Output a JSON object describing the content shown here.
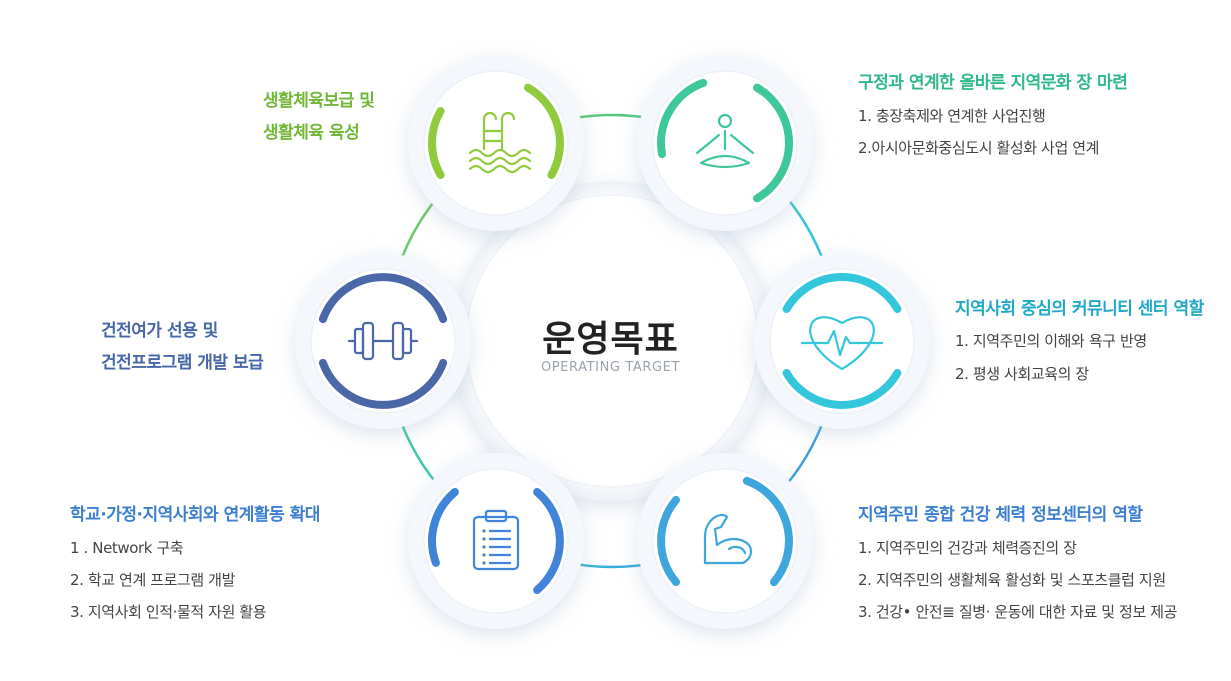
{
  "center": {
    "title": "운영목표",
    "subtitle": "OPERATING TARGET"
  },
  "nodes": [
    {
      "icon": "swimming-ladder-icon",
      "color": "#8fcb3d",
      "title_lines": [
        "생활체육보급 및",
        "생활체육 육성"
      ],
      "items": []
    },
    {
      "icon": "meditation-icon",
      "color": "#3dc79a",
      "title_lines": [
        "구정과 연계한 올바른 지역문화 장 마련"
      ],
      "items": [
        "1. 충장축제와 연계한 사업진행",
        "2.아시아문화중심도시 활성화 사업 연계"
      ]
    },
    {
      "icon": "heartbeat-icon",
      "color": "#33c6dc",
      "title_lines": [
        "지역사회 중심의 커뮤니티 센터 역할"
      ],
      "items": [
        "1. 지역주민의 이해와 욕구 반영",
        "2. 평생 사회교육의 장"
      ]
    },
    {
      "icon": "flexed-arm-icon",
      "color": "#3ea6dc",
      "title_lines": [
        "지역주민 종합 건강 체력 정보센터의 역할"
      ],
      "items": [
        "1. 지역주민의 건강과 체력증진의 장",
        "2. 지역주민의 생활체육 활성화 및 스포츠클럽 지원",
        "3. 건강• 안전≣ 질병· 운동에 대한 자료 및 정보 제공"
      ]
    },
    {
      "icon": "clipboard-icon",
      "color": "#3f84d8",
      "title_lines": [
        "학교·가정·지역사회와 연계활동 확대"
      ],
      "items": [
        "1 . Network 구축",
        "2. 학교 연계 프로그램 개발",
        "3. 지역사회 인적·물적 자원 활용"
      ]
    },
    {
      "icon": "dumbbell-icon",
      "color": "#4a67a8",
      "title_lines": [
        "건전여가 선용 및",
        "건전프로그램 개발 보급"
      ],
      "items": []
    }
  ]
}
